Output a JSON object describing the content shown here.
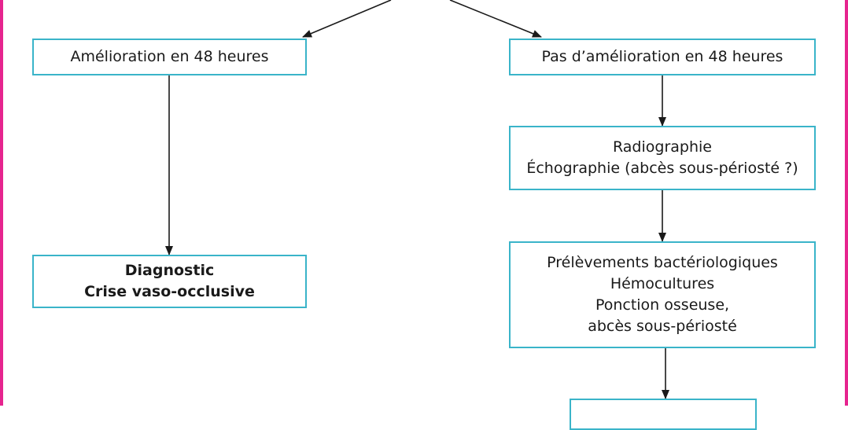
{
  "colors": {
    "frame": "#e6248f",
    "box_border": "#3ab4c9",
    "arrow": "#1a1a1a"
  },
  "nodes": {
    "improvement": {
      "text": "Amélioration en 48 heures"
    },
    "no_improvement": {
      "text": "Pas d’amélioration en 48 heures"
    },
    "diagnostic": {
      "line1": "Diagnostic",
      "line2": "Crise vaso-occlusive"
    },
    "imaging": {
      "line1": "Radiographie",
      "line2": "Échographie (abcès sous-périosté ?)"
    },
    "samples": {
      "line1": "Prélèvements bactériologiques",
      "line2": "Hémocultures",
      "line3": "Ponction osseuse,",
      "line4": "abcès sous-périosté"
    },
    "next": {
      "text": ""
    }
  }
}
